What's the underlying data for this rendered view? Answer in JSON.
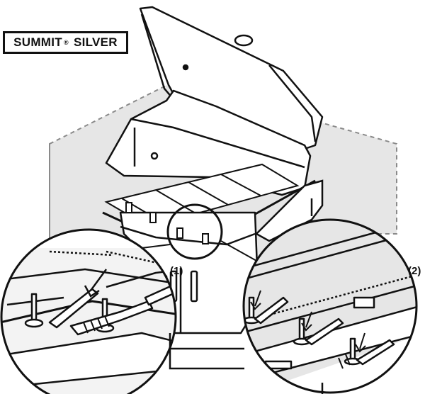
{
  "badge": {
    "brand": "SUMMIT",
    "reg_mark": "®",
    "model": "SILVER"
  },
  "callouts": {
    "step_1": "(1)",
    "step_2": "(2)"
  },
  "colors": {
    "line": "#111111",
    "cabinet_fill": "#e6e6e6",
    "dash": "#8a8a8a",
    "background": "#ffffff"
  },
  "icons": [
    "arrow-down-icon"
  ]
}
